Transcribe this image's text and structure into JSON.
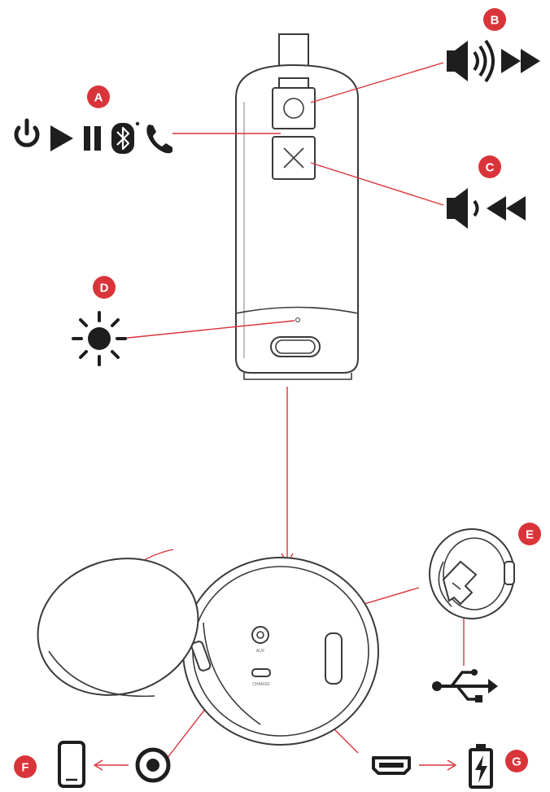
{
  "colors": {
    "accent": "#d9343a",
    "line": "#3a3a3a",
    "icon": "#1e1e1e",
    "background": "#ffffff"
  },
  "callouts": {
    "a": {
      "letter": "A",
      "icons": [
        "power-icon",
        "play-icon",
        "pause-icon",
        "bluetooth-icon",
        "phone-icon"
      ]
    },
    "b": {
      "letter": "B",
      "icons": [
        "volume-up-icon",
        "fast-forward-icon"
      ]
    },
    "c": {
      "letter": "C",
      "icons": [
        "volume-down-icon",
        "rewind-icon"
      ]
    },
    "d": {
      "letter": "D",
      "icons": [
        "light-icon"
      ]
    },
    "e": {
      "letter": "E",
      "icons": [
        "usb-icon"
      ]
    },
    "f": {
      "letter": "F",
      "icons": [
        "phone-device-icon",
        "aux-jack-icon"
      ]
    },
    "g": {
      "letter": "G",
      "icons": [
        "hdmi-port-icon",
        "battery-charging-icon"
      ]
    }
  },
  "ports": {
    "aux_label": "AUX",
    "charge_label": "CHARGE"
  }
}
